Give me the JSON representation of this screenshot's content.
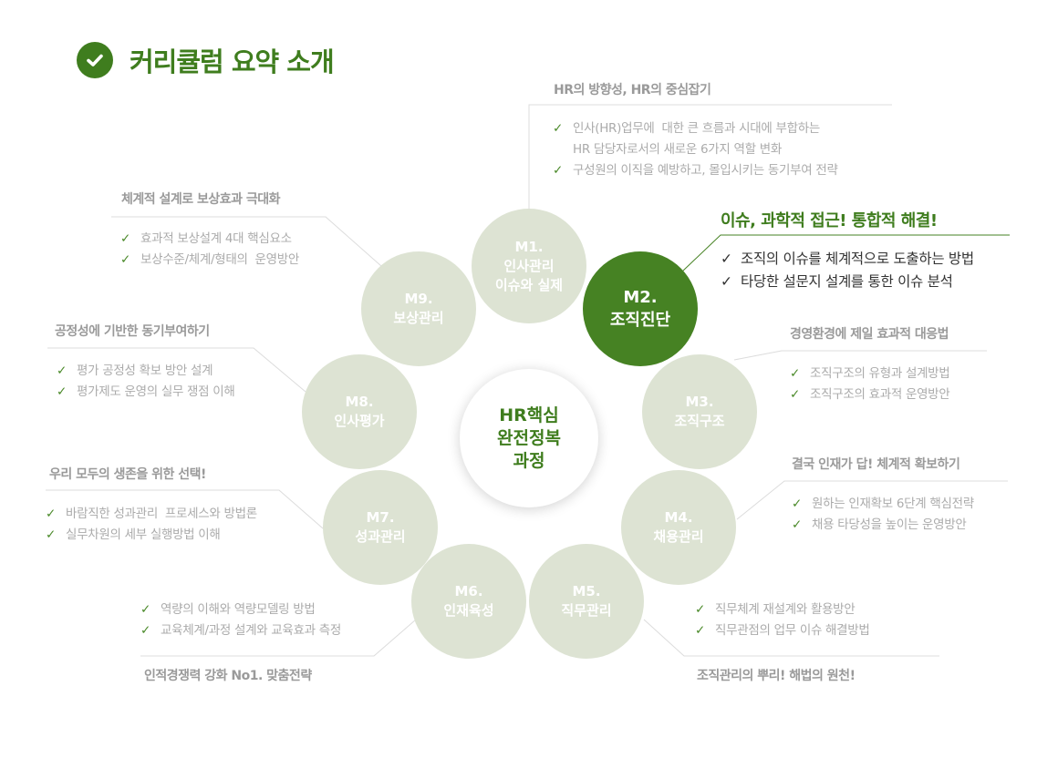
{
  "page_title": "커리큘럼 요약 소개",
  "center": {
    "lines": [
      "HR핵심",
      "완전정복",
      "과정"
    ]
  },
  "icons": {
    "title": "check-circle-icon",
    "bullet": "checkmark-icon"
  },
  "colors": {
    "accent": "#3f7d1e",
    "active_module": "#468223",
    "inactive_module": "#dde3d3",
    "muted_text": "#9a9a9a"
  },
  "modules": [
    {
      "code": "M1.",
      "name": [
        "인사관리",
        "이슈와 실제"
      ],
      "callout_title": "HR의 방향성, HR의 중심잡기",
      "items": [
        "인사(HR)업무에  대한 큰 흐름과 시대에 부합하는\nHR 담당자로서의 새로운 6가지 역할 변화",
        "구성원의 이직을 예방하고, 몰입시키는 동기부여 전략"
      ]
    },
    {
      "code": "M2.",
      "name": [
        "조직진단"
      ],
      "active": true,
      "callout_title": "이슈, 과학적 접근! 통합적 해결!",
      "items": [
        "조직의 이슈를 체계적으로 도출하는 방법",
        "타당한 설문지 설계를 통한 이슈 분석"
      ]
    },
    {
      "code": "M3.",
      "name": [
        "조직구조"
      ],
      "callout_title": "경영환경에  제일 효과적 대응법",
      "items": [
        "조직구조의 유형과 설계방법",
        "조직구조의 효과적 운영방안"
      ]
    },
    {
      "code": "M4.",
      "name": [
        "채용관리"
      ],
      "callout_title": "결국 인재가 답! 체계적  확보하기",
      "items": [
        "원하는 인재확보 6단계 핵심전략",
        "채용 타당성을 높이는 운영방안"
      ]
    },
    {
      "code": "M5.",
      "name": [
        "직무관리"
      ],
      "callout_title": "조직관리의  뿌리!  해법의 원천!",
      "items": [
        "직무체계 재설계와 활용방안",
        "직무관점의 업무 이슈 해결방법"
      ]
    },
    {
      "code": "M6.",
      "name": [
        "인재육성"
      ],
      "callout_title": "인적경쟁력  강화 No1.  맞춤전략",
      "items": [
        "역량의 이해와 역량모델링 방법",
        "교육체계/과정 설계와 교육효과 측정"
      ]
    },
    {
      "code": "M7.",
      "name": [
        "성과관리"
      ],
      "callout_title": "우리 모두의 생존을 위한 선택!",
      "items": [
        "바람직한 성과관리  프로세스와 방법론",
        "실무차원의 세부 실행방법 이해"
      ]
    },
    {
      "code": "M8.",
      "name": [
        "인사평가"
      ],
      "callout_title": "공정성에  기반한 동기부여하기",
      "items": [
        "평가 공정성 확보 방안 설계",
        "평가제도 운영의 실무 쟁점 이해"
      ]
    },
    {
      "code": "M9.",
      "name": [
        "보상관리"
      ],
      "callout_title": "체계적 설계로 보상효과 극대화",
      "items": [
        "효과적 보상설계 4대 핵심요소",
        "보상수준/체계/형태의  운영방안"
      ]
    }
  ]
}
